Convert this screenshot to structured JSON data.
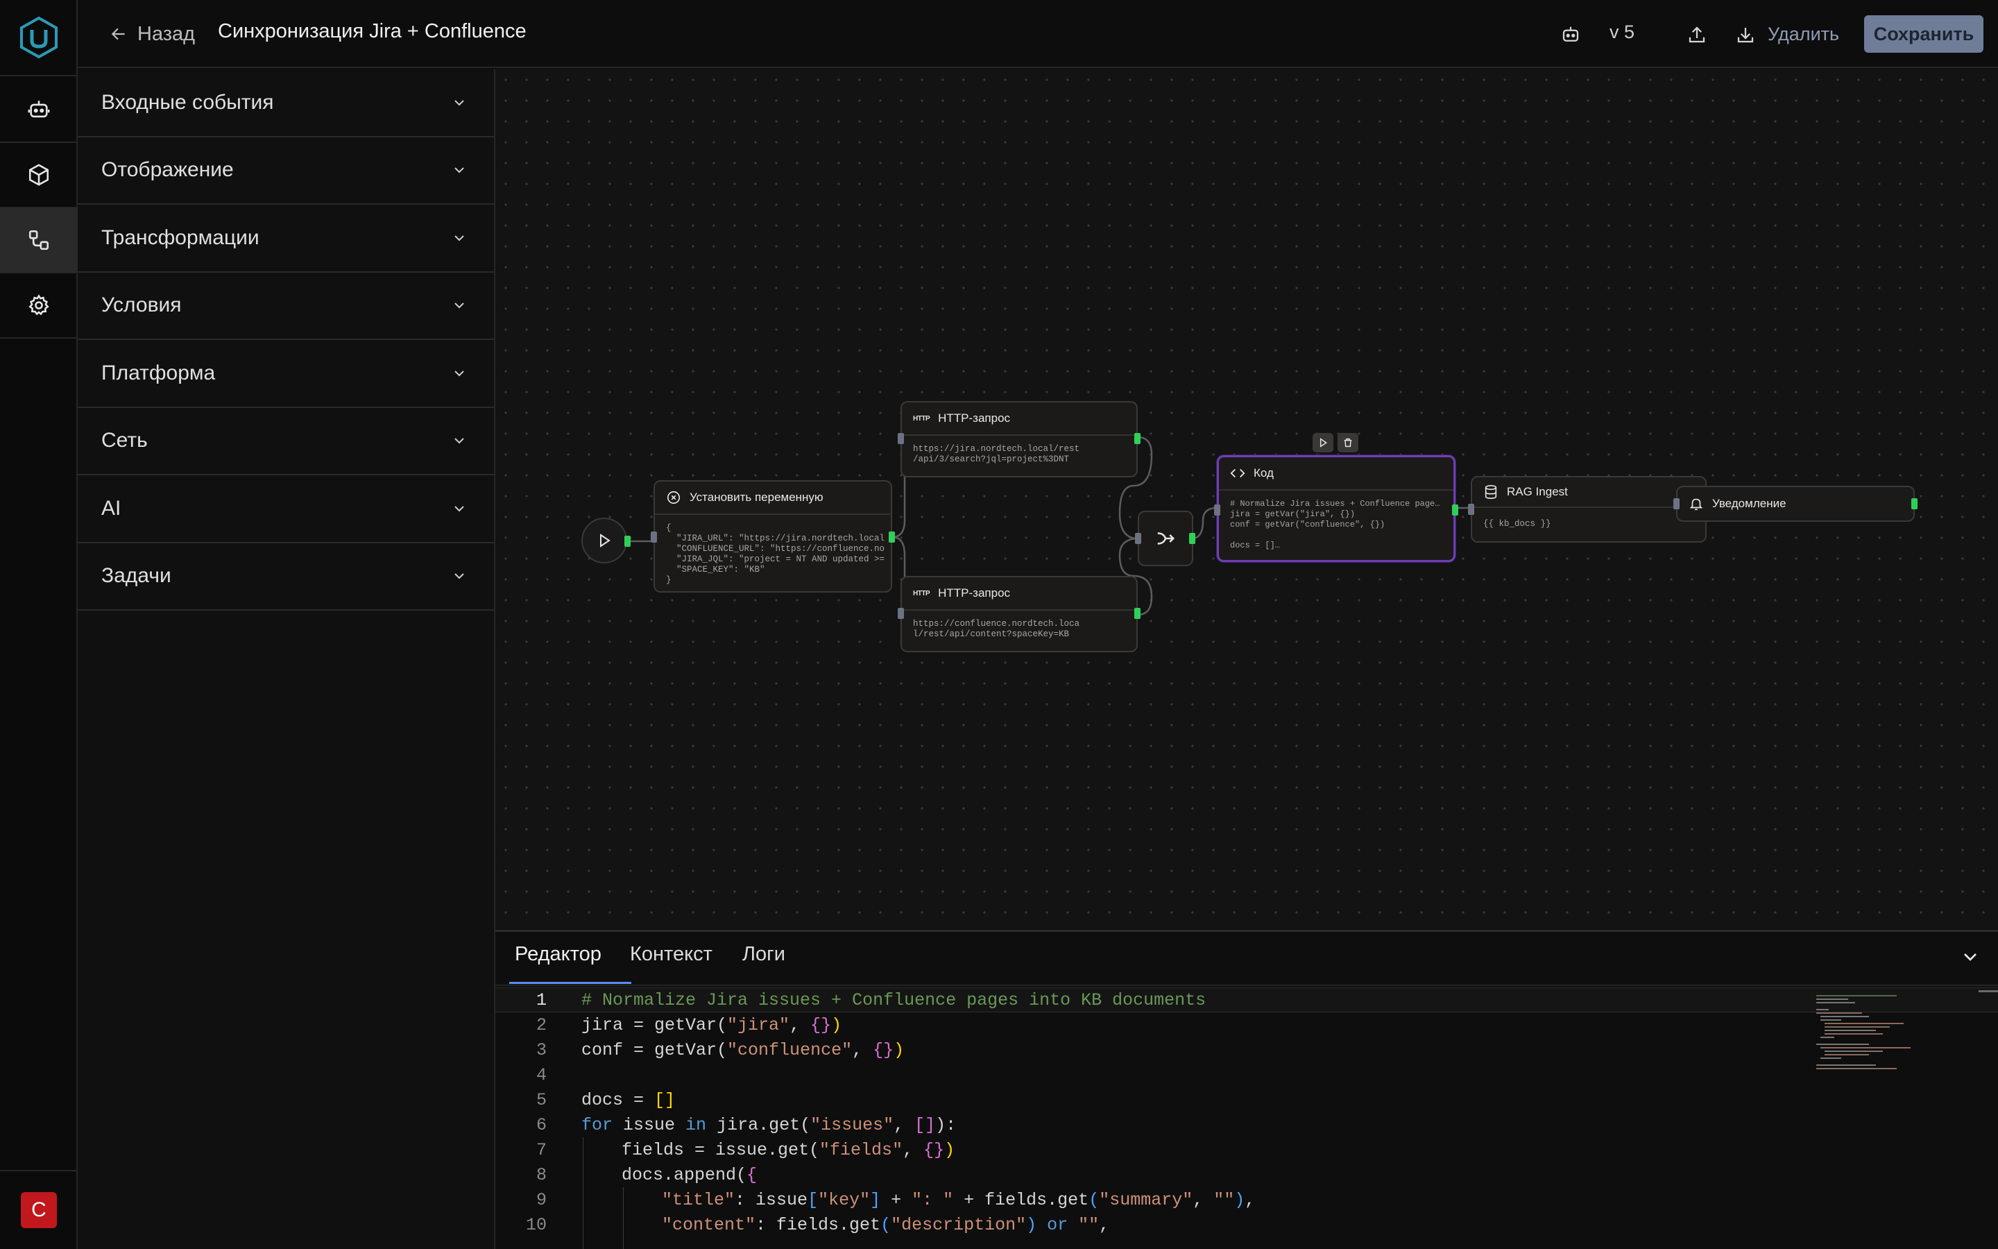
{
  "header": {
    "back_label": "Назад",
    "title": "Синхронизация Jira + Confluence",
    "version": "v 5",
    "delete_label": "Удалить",
    "save_label": "Сохранить"
  },
  "rail": {
    "avatar_letter": "C",
    "items": [
      "bot-icon",
      "cube-icon",
      "workflow-icon",
      "gear-icon"
    ],
    "active_item": "workflow-icon"
  },
  "palette": {
    "categories": [
      "Входные события",
      "Отображение",
      "Трансформации",
      "Условия",
      "Платформа",
      "Сеть",
      "AI",
      "Задачи"
    ]
  },
  "canvas": {
    "nodes": {
      "set_var": {
        "title": "Установить переменную",
        "body": "{\n  \"JIRA_URL\": \"https://jira.nordtech.local\n  \"CONFLUENCE_URL\": \"https://confluence.no\n  \"JIRA_JQL\": \"project = NT AND updated >=\n  \"SPACE_KEY\": \"KB\"\n}"
      },
      "http_jira": {
        "tag": "HTTP",
        "title": "HTTP-запрос",
        "body": "https://jira.nordtech.local/rest\n/api/3/search?jql=project%3DNT"
      },
      "http_confluence": {
        "tag": "HTTP",
        "title": "HTTP-запрос",
        "body": "https://confluence.nordtech.loca\nl/rest/api/content?spaceKey=KB"
      },
      "code": {
        "title": "Код",
        "body": "# Normalize Jira issues + Confluence page…\njira = getVar(\"jira\", {})\nconf = getVar(\"confluence\", {})\n\ndocs = []…"
      },
      "rag": {
        "title": "RAG Ingest",
        "body": "{{ kb_docs }}"
      },
      "notify": {
        "title": "Уведомление"
      }
    }
  },
  "bottom_panel": {
    "tabs": [
      "Редактор",
      "Контекст",
      "Логи"
    ],
    "active_tab": "Редактор",
    "line_numbers": [
      "1",
      "2",
      "3",
      "4",
      "5",
      "6",
      "7",
      "8",
      "9",
      "10"
    ],
    "code": {
      "l1_comment": "# Normalize Jira issues + Confluence pages into KB documents",
      "l2_a": "jira = getVar(",
      "l2_s": "\"jira\"",
      "l2_b": ", ",
      "l2_br": "{}",
      "l2_c": ")",
      "l3_a": "conf = getVar(",
      "l3_s": "\"confluence\"",
      "l3_b": ", ",
      "l3_br": "{}",
      "l3_c": ")",
      "l5_a": "docs = ",
      "l5_br": "[]",
      "l6_kw1": "for",
      "l6_a": " issue ",
      "l6_kw2": "in",
      "l6_b": " jira.get(",
      "l6_s": "\"issues\"",
      "l6_c": ", ",
      "l6_br": "[]",
      "l6_d": "):",
      "l7_a": "fields = issue.get(",
      "l7_s": "\"fields\"",
      "l7_b": ", ",
      "l7_br": "{}",
      "l7_c": ")",
      "l8_a": "docs.append(",
      "l8_br": "{",
      "l9_s1": "\"title\"",
      "l9_a": ": issue",
      "l9_b1": "[",
      "l9_s2": "\"key\"",
      "l9_b2": "]",
      "l9_b": " + ",
      "l9_s3": "\": \"",
      "l9_c": " + fields.get",
      "l9_p1": "(",
      "l9_s4": "\"summary\"",
      "l9_d": ", ",
      "l9_s5": "\"\"",
      "l9_p2": ")",
      "l9_e": ",",
      "l10_s1": "\"content\"",
      "l10_a": ": fields.get",
      "l10_p1": "(",
      "l10_s2": "\"description\"",
      "l10_p2": ")",
      "l10_kw": " or ",
      "l10_s3": "\"\"",
      "l10_b": ","
    }
  },
  "colors": {
    "accent_selected": "#6d3fb3",
    "port_out": "#2fd05a",
    "port_in": "#6b7383",
    "save_button": "#6f7d99",
    "avatar": "#c0181d",
    "tab_underline": "#5b8cff"
  }
}
